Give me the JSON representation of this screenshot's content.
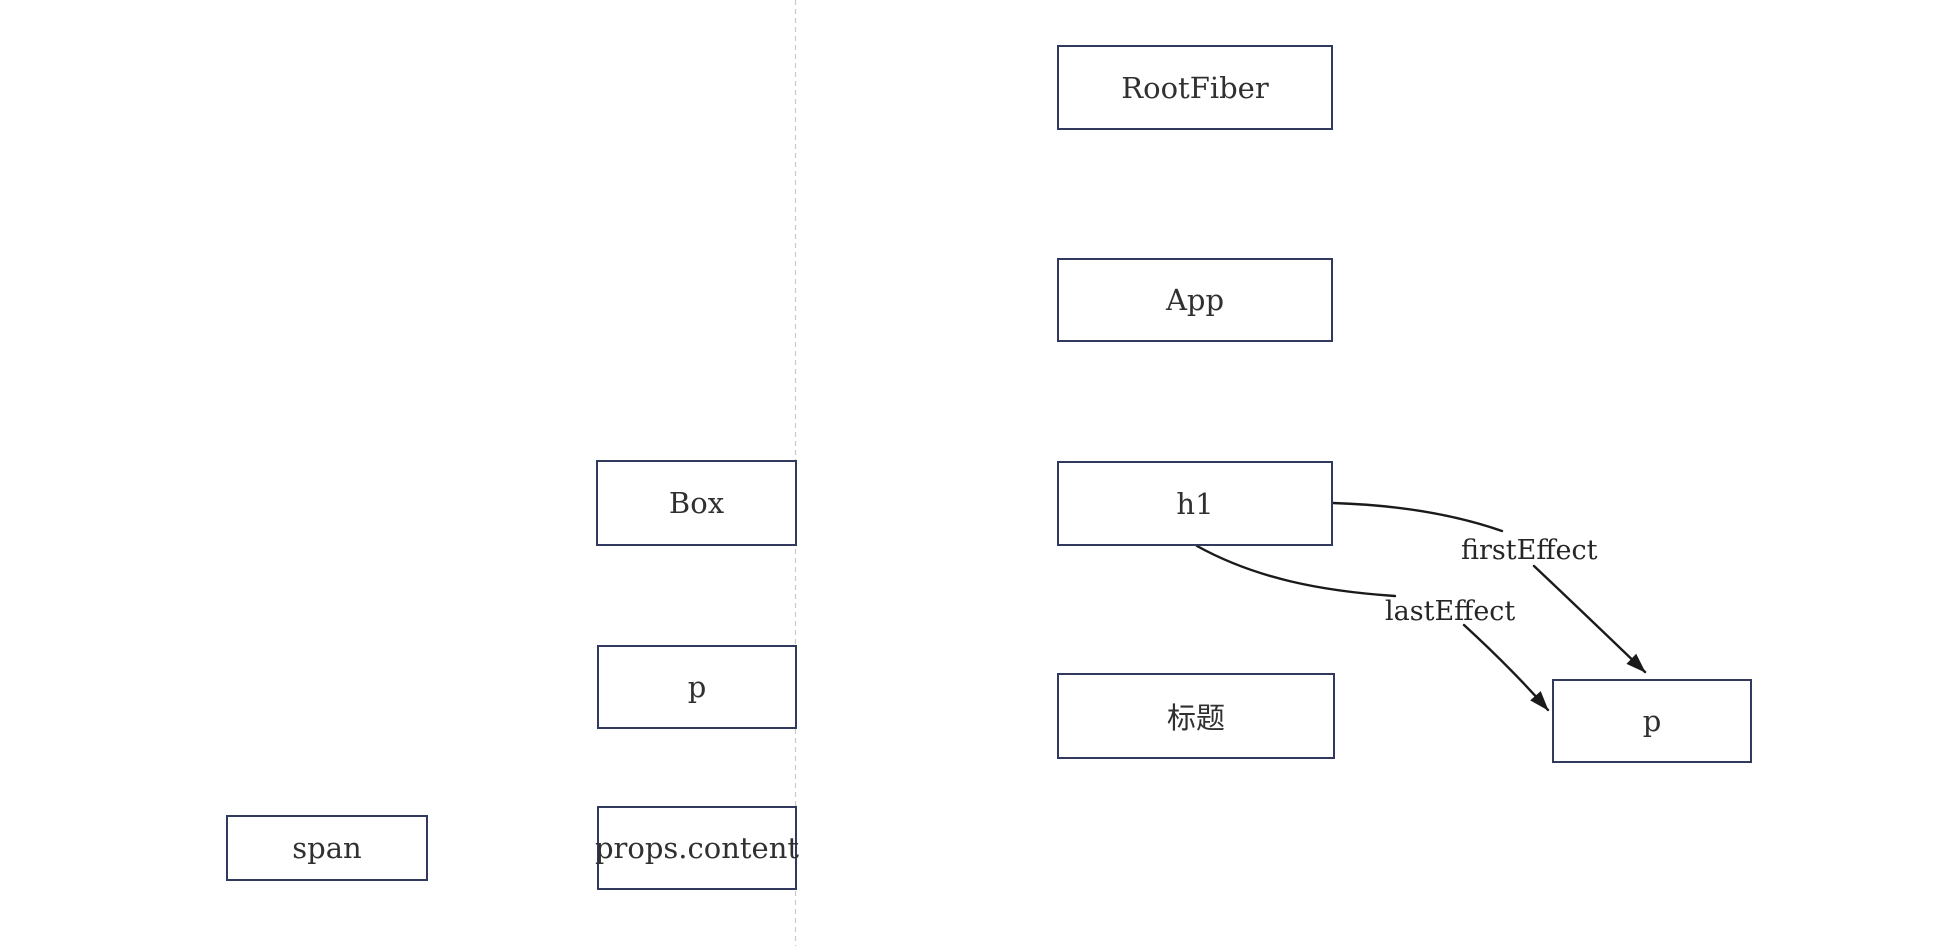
{
  "canvas": {
    "background": "#ffffff",
    "node_border_color": "#313a5e",
    "node_fill_color": "#ffffff",
    "edge_color": "#1a1a1a",
    "divider_color": "#c9c9c9",
    "text_color": "#303030"
  },
  "nodes": {
    "span": "span",
    "box": "Box",
    "p_left": "p",
    "props_content": "props.content",
    "root_fiber": "RootFiber",
    "app": "App",
    "h1": "h1",
    "title": "标题",
    "p_right": "p"
  },
  "edge_labels": {
    "first_effect": "firstEffect",
    "last_effect": "lastEffect"
  }
}
